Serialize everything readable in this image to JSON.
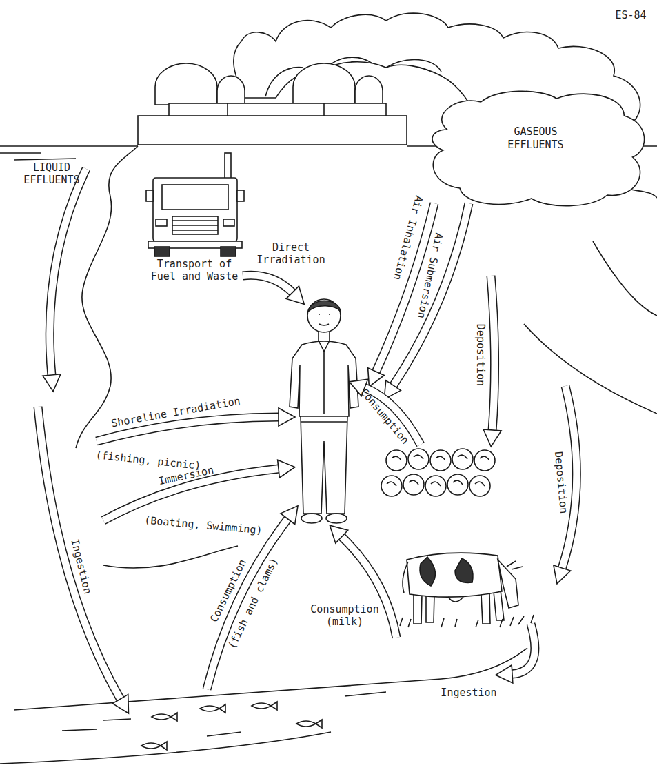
{
  "diagram": {
    "nodes": [
      {
        "text": [
          "GASEOUS EFFLUENTS"
        ]
      }
    ],
    "labels": [
      "ES-84",
      "LIQUID EFFLUENTS",
      "Direct Irradiation",
      "Transport of Fuel and Waste",
      "Air Inhalation",
      "Air Submersion",
      "Shoreline Irradiation",
      "Consumption",
      "(fishing, picnic)",
      "Deposition",
      "Immersion",
      "(Boating, Swimming)",
      "Deposition",
      "Ingestion",
      "Consumption",
      "(fish and clams)",
      "Consumption (milk)",
      "Ingestion"
    ]
  }
}
